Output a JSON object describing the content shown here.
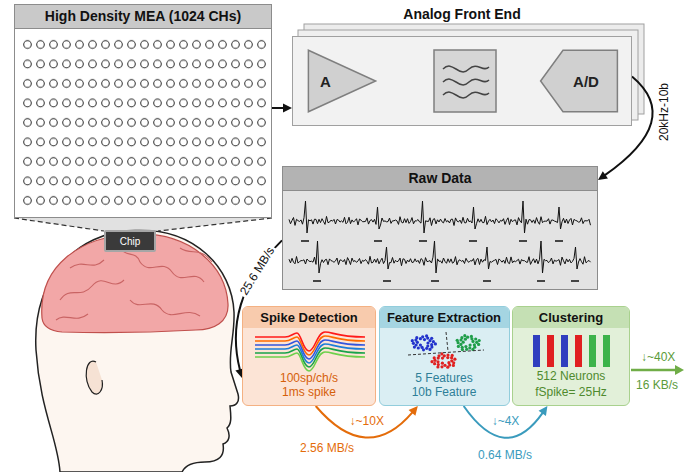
{
  "diagram": {
    "nodes": [
      {
        "text": [
          "High Density MEA (1024 CHs)"
        ]
      },
      {
        "text": [
          "Analog Front End"
        ]
      },
      {
        "text": [
          "A"
        ],
        "in": 1
      },
      {
        "text": [
          "A/D"
        ],
        "in": 1
      },
      {
        "text": [
          "Raw Data"
        ]
      },
      {
        "text": [
          "Chip"
        ]
      },
      {
        "text": [
          "Spike Detection",
          "100sp/ch/s 1ms spike"
        ]
      },
      {
        "text": [
          "Feature Extraction",
          "5 Features 10b Feature"
        ]
      },
      {
        "text": [
          "Clustering",
          "512 Neurons",
          "fSpike= 25Hz"
        ]
      }
    ],
    "edges": [
      {
        "from": 0,
        "to": 1,
        "arrow": "to"
      },
      {
        "from": 1,
        "to": 4,
        "label": "20kHz-10b",
        "arrow": "to"
      },
      {
        "from": 4,
        "to": 6,
        "label": "25.6 MB/s",
        "arrow": "to"
      },
      {
        "from": 6,
        "to": 7,
        "label": "↓~10X",
        "arrow": "to"
      },
      {
        "from": 7,
        "to": 8,
        "label": "↓~4X",
        "arrow": "to"
      }
    ],
    "labels": [
      "2.56 MB/s",
      "0.64 MB/s",
      "↓~40X",
      "16 KB/s"
    ]
  }
}
